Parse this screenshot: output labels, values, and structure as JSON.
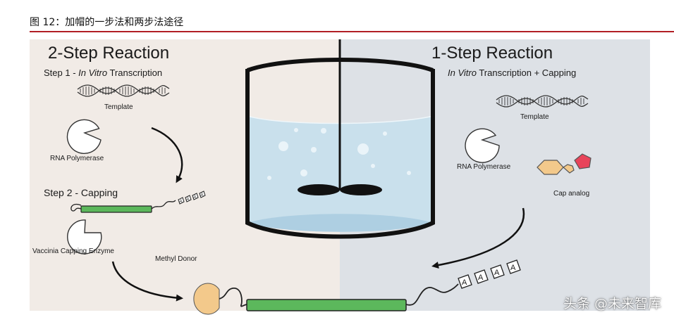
{
  "figure": {
    "title": "图 12：加帽的一步法和两步法途径"
  },
  "left_panel": {
    "heading": "2-Step Reaction",
    "step1_prefix": "Step 1 - ",
    "step1_italic": "In Vitro",
    "step1_suffix": " Transcription",
    "template_label": "Template",
    "polymerase_label": "RNA Polymerase",
    "step2": "Step 2 - Capping",
    "enzyme_label": "Vaccinia Capping Enzyme",
    "donor_label": "Methyl Donor"
  },
  "right_panel": {
    "heading": "1-Step Reaction",
    "subtitle_italic": "In Vitro",
    "subtitle_rest": " Transcription + Capping",
    "template_label": "Template",
    "polymerase_label": "RNA Polymerase",
    "cap_label": "Cap analog"
  },
  "poly_a": [
    "A",
    "A",
    "A",
    "A"
  ],
  "small_poly_a": [
    "A",
    "A",
    "A",
    "A"
  ],
  "watermark": "头条 @未来智库",
  "colors": {
    "left_bg": "#f1ebe6",
    "right_bg": "#dde1e6",
    "mrna_green": "#5cb85c",
    "cap_orange": "#f3c98b",
    "cap_red": "#e8445a",
    "liquid": "#c9e0ec",
    "rule_red": "#b11e24"
  }
}
